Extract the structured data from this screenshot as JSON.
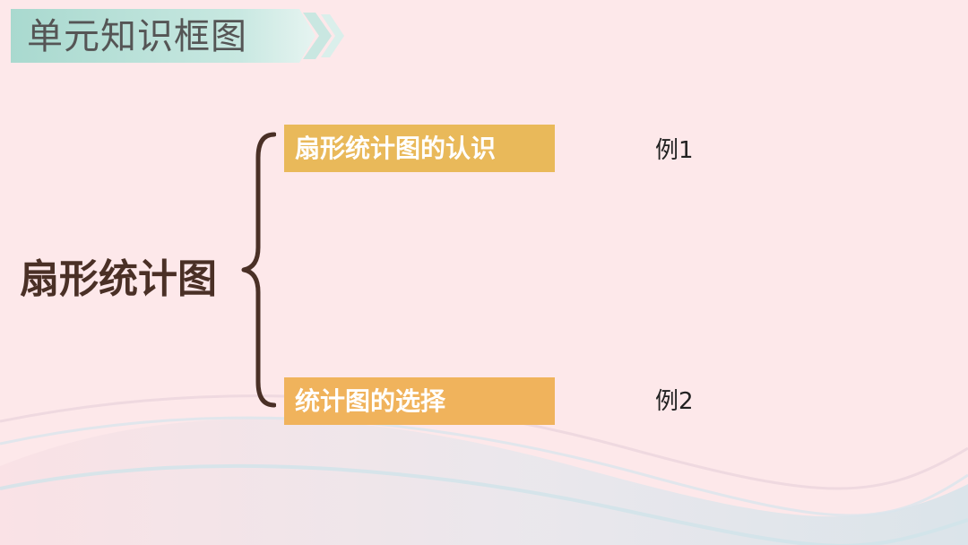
{
  "header": {
    "title": "单元知识框图"
  },
  "diagram": {
    "root": "扇形统计图",
    "branches": [
      {
        "label": "扇形统计图的认识",
        "example": "例1"
      },
      {
        "label": "统计图的选择",
        "example": "例2"
      }
    ]
  },
  "colors": {
    "background": "#fde8ea",
    "banner": "#a9d9cf",
    "branch_box": "#e9b95a",
    "root_text": "#4a3026",
    "brace": "#4a3026",
    "wave": "#cfe6ec"
  },
  "icons": [
    "double-chevron-right-icon"
  ]
}
